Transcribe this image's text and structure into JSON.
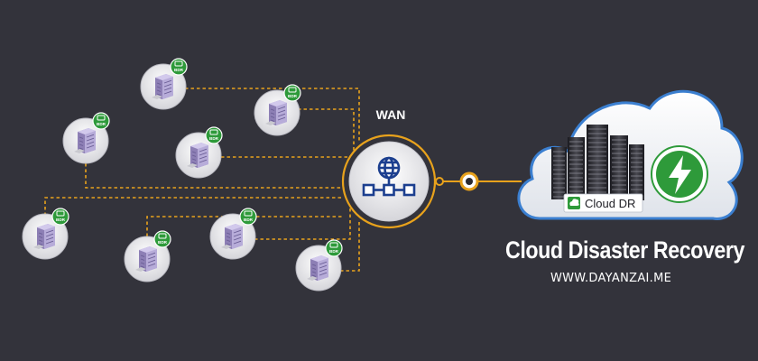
{
  "wan_label": "WAN",
  "node_badge_label": "BDR",
  "cloud_label": "Cloud DR",
  "title": "Cloud Disaster Recovery",
  "website": "WWW.DAYANZAI.ME",
  "icons": {
    "server": "building-server-icon",
    "badge": "drive-badge-icon",
    "hub": "network-globe-icon",
    "cloud": "cloud-upload-icon",
    "bolt": "lightning-bolt-icon"
  },
  "colors": {
    "background": "#33333b",
    "link_line": "#e8a21c",
    "badge_green": "#2e9a3a",
    "server_purple": "#8d7fb5",
    "hub_blue": "#1c3f8f",
    "bolt_green": "#2e9a3a",
    "cloud_fill": "#ffffff"
  }
}
